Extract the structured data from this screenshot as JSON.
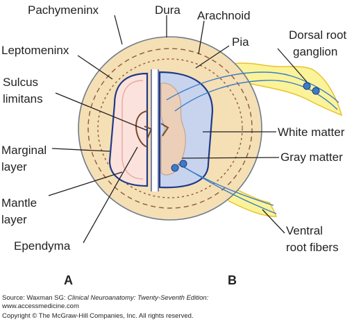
{
  "labels": {
    "pachymeninx": "Pachymeninx",
    "dura": "Dura",
    "arachnoid": "Arachnoid",
    "pia": "Pia",
    "leptomeninx": "Leptomeninx",
    "dorsal_root_1": "Dorsal root",
    "dorsal_root_2": "ganglion",
    "sulcus_1": "Sulcus",
    "sulcus_2": "limitans",
    "white_matter": "White matter",
    "gray_matter": "Gray matter",
    "marginal_1": "Marginal",
    "marginal_2": "layer",
    "mantle_1": "Mantle",
    "mantle_2": "layer",
    "ependyma": "Ependyma",
    "ventral_1": "Ventral",
    "ventral_2": "root fibers"
  },
  "panels": {
    "a": "A",
    "b": "B"
  },
  "footer": {
    "source_prefix": "Source: Waxman SG: ",
    "source_title": "Clinical Neuroanatomy: Twenty-Seventh Edition:",
    "website": "www.accessmedicine.com",
    "copyright": "Copyright © The McGraw-Hill Companies, Inc. All rights reserved."
  },
  "colors": {
    "meninx_fill": "#f5dfb4",
    "outline": "#6e7b8b",
    "cord_outline": "#1f3a8a",
    "mantle_fill": "#fbe2dc",
    "white_matter_fill": "#c8d3ee",
    "gray_matter_fill": "#ebcfb8",
    "root_fill": "#fbf39a",
    "root_outline": "#e9c22b",
    "fiber": "#3b7dc4",
    "dashed_line": "#8a5a3a"
  }
}
